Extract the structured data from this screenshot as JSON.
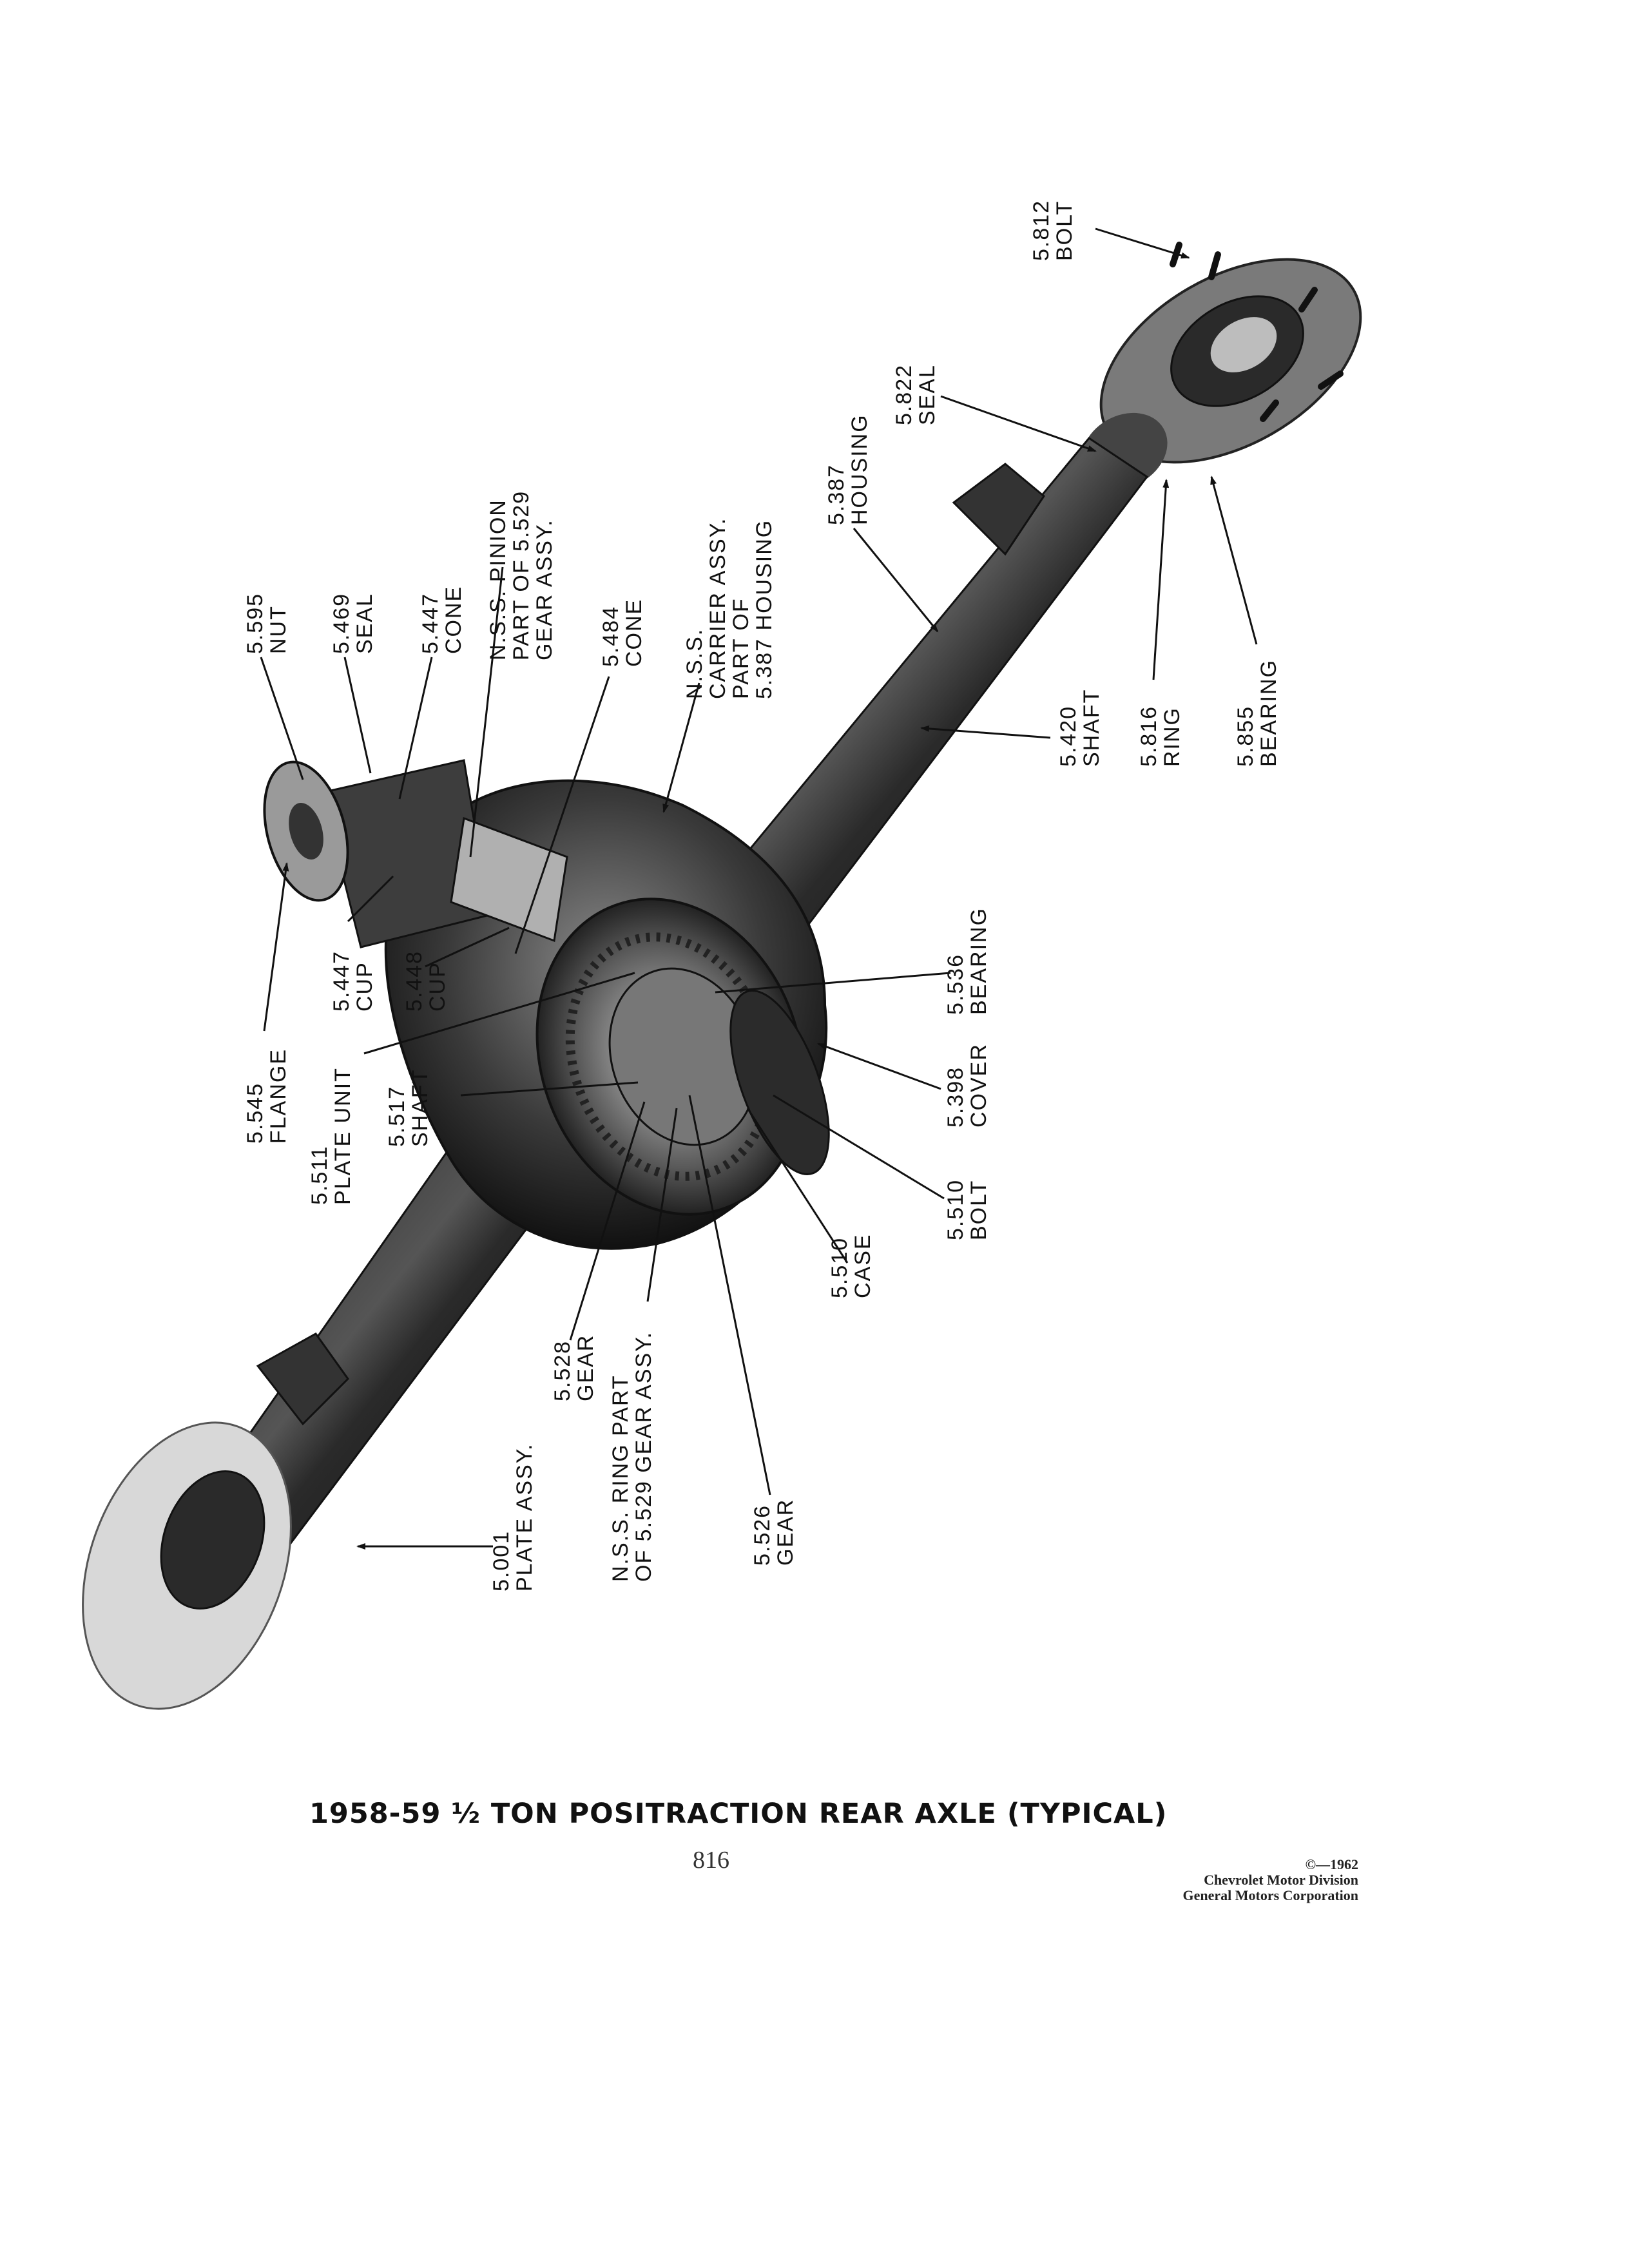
{
  "labels": {
    "bolt_812": [
      "5.812",
      "BOLT"
    ],
    "seal_822": [
      "5.822",
      "SEAL"
    ],
    "housing_387": [
      "5.387",
      "HOUSING"
    ],
    "carrier_assy": [
      "N.S.S.",
      "CARRIER ASSY.",
      "PART OF",
      "5.387 HOUSING"
    ],
    "cone_484": [
      "5.484",
      "CONE"
    ],
    "pinion": [
      "N.S.S. PINION",
      "PART OF 5.529",
      "GEAR ASSY."
    ],
    "cone_447": [
      "5.447",
      "CONE"
    ],
    "seal_469": [
      "5.469",
      "SEAL"
    ],
    "nut_595": [
      "5.595",
      "NUT"
    ],
    "shaft_420": [
      "5.420",
      "SHAFT"
    ],
    "ring_816": [
      "5.816",
      "RING"
    ],
    "bearing_855": [
      "5.855",
      "BEARING"
    ],
    "flange_545": [
      "5.545",
      "FLANGE"
    ],
    "cup_447": [
      "5.447",
      "CUP"
    ],
    "cup_448": [
      "5.448",
      "CUP"
    ],
    "plate_unit_511": [
      "5.511",
      "PLATE UNIT"
    ],
    "shaft_517": [
      "5.517",
      "SHAFT"
    ],
    "bearing_536": [
      "5.536",
      "BEARING"
    ],
    "cover_398": [
      "5.398",
      "COVER"
    ],
    "bolt_510": [
      "5.510",
      "BOLT"
    ],
    "case_510": [
      "5.510",
      "CASE"
    ],
    "gear_528": [
      "5.528",
      "GEAR"
    ],
    "ring_part": [
      "N.S.S. RING PART",
      "OF 5.529 GEAR ASSY."
    ],
    "gear_526": [
      "5.526",
      "GEAR"
    ],
    "plate_assy_001": [
      "5.001",
      "PLATE ASSY."
    ]
  },
  "title": "1958-59 ½ TON POSITRACTION REAR AXLE (TYPICAL)",
  "page_number": "816",
  "copyright": [
    "©—1962",
    "Chevrolet Motor Division",
    "General Motors Corporation"
  ]
}
